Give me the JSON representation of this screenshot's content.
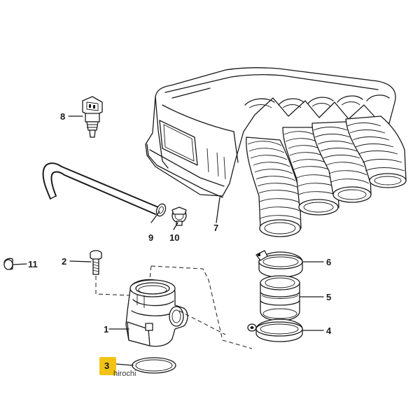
{
  "parts": [
    {
      "id": "callout-1",
      "number": "1"
    },
    {
      "id": "callout-2",
      "number": "2"
    },
    {
      "id": "callout-3",
      "number": "3",
      "highlighted": true
    },
    {
      "id": "callout-4",
      "number": "4"
    },
    {
      "id": "callout-5",
      "number": "5"
    },
    {
      "id": "callout-6",
      "number": "6"
    },
    {
      "id": "callout-7",
      "number": "7"
    },
    {
      "id": "callout-8",
      "number": "8"
    },
    {
      "id": "callout-9",
      "number": "9"
    },
    {
      "id": "callout-10",
      "number": "10"
    },
    {
      "id": "callout-11",
      "number": "11"
    }
  ],
  "watermark": "hirochi",
  "colors": {
    "highlight": "#f2c314",
    "line": "#1a1a1a"
  }
}
